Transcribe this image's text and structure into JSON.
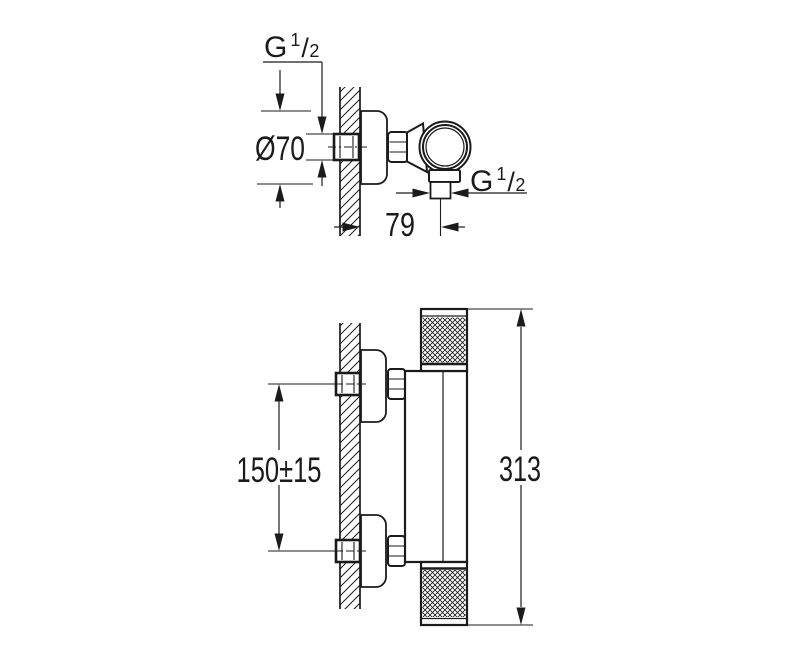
{
  "drawing": {
    "type": "technical-dimension-drawing",
    "views": [
      "connection-detail",
      "side-elevation"
    ]
  },
  "colors": {
    "background": "#ffffff",
    "line": "#1b1b1b"
  },
  "labels": {
    "g_half": {
      "base": "G",
      "sup": "1",
      "slash": "/",
      "sub": "2"
    },
    "diameter": "Ø70",
    "wall_offset": "79",
    "center_distance": "150±15",
    "overall_height": "313"
  }
}
